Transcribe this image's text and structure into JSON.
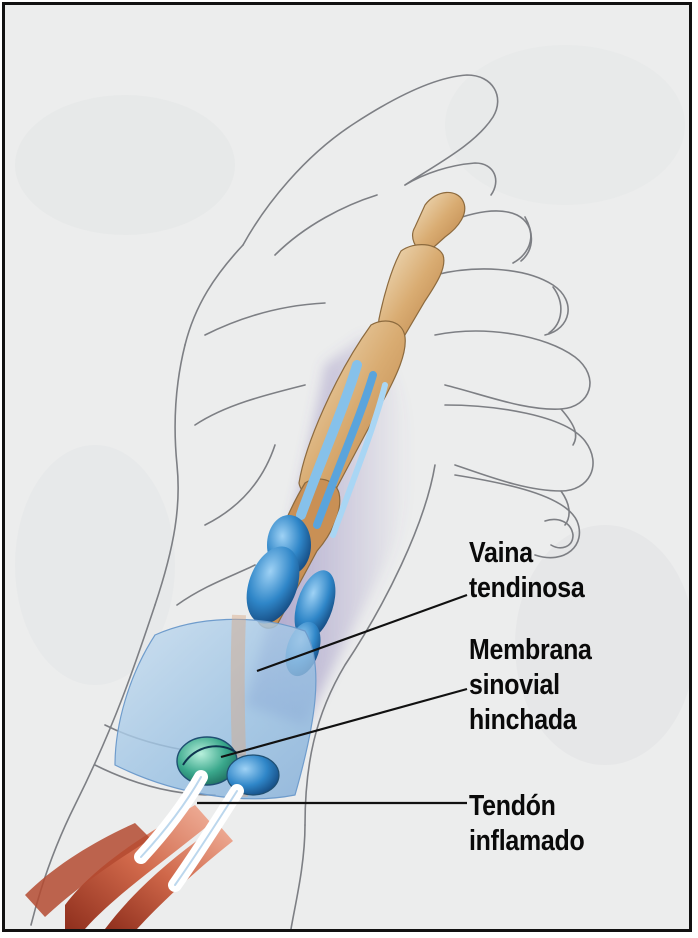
{
  "labels": {
    "sheath": {
      "line1": "Vaina",
      "line2": "tendinosa"
    },
    "membrane": {
      "line1": "Membrana",
      "line2": "sinovial",
      "line3": "hinchada"
    },
    "tendon": {
      "line1": "Tendón",
      "line2": "inflamado"
    }
  },
  "colors": {
    "background": "#eceded",
    "sketch_line": "#7d7f84",
    "bone": "#d8b27c",
    "tendon_blue": "#2f86c8",
    "sheath_blue": "#a9cbe6",
    "muscle_red": "#c0583b",
    "label_text": "#0a0a0a"
  }
}
